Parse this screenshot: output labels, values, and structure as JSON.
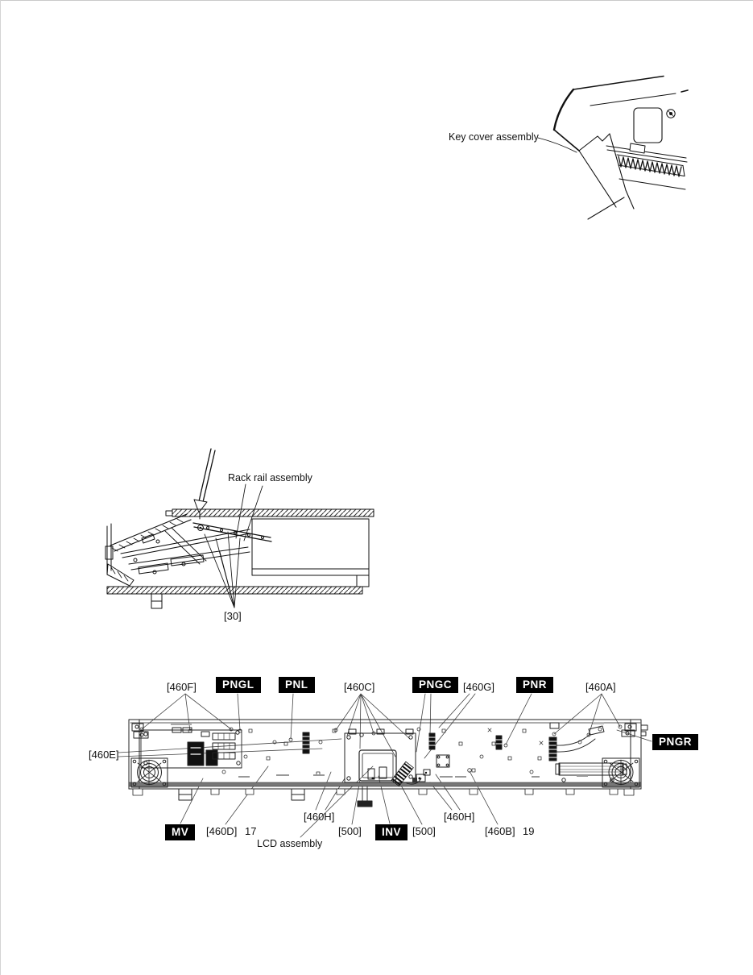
{
  "key_cover": {
    "label": "Key cover assembly"
  },
  "rack_rail": {
    "label": "Rack rail assembly",
    "ref_30": "[30]"
  },
  "panel": {
    "top_labels": [
      {
        "text": "[460F]"
      },
      {
        "text": "PNGL"
      },
      {
        "text": "PNL"
      },
      {
        "text": "[460C]"
      },
      {
        "text": "PNGC"
      },
      {
        "text": "[460G]"
      },
      {
        "text": "PNR"
      },
      {
        "text": "[460A]"
      }
    ],
    "right_label": {
      "text": "PNGR"
    },
    "left_label": {
      "text": "[460E]"
    },
    "bottom_labels": [
      {
        "text": "MV"
      },
      {
        "text": "[460D]"
      },
      {
        "text": "17"
      },
      {
        "text": "LCD assembly"
      },
      {
        "text": "[460H]"
      },
      {
        "text": "[500]"
      },
      {
        "text": "INV"
      },
      {
        "text": "[500]"
      },
      {
        "text": "[460H]"
      },
      {
        "text": "[460B]"
      },
      {
        "text": "19"
      }
    ]
  },
  "colors": {
    "line": "#1a1a1a",
    "label_bg": "#000000",
    "label_fg": "#ffffff",
    "page_bg": "#ffffff"
  }
}
